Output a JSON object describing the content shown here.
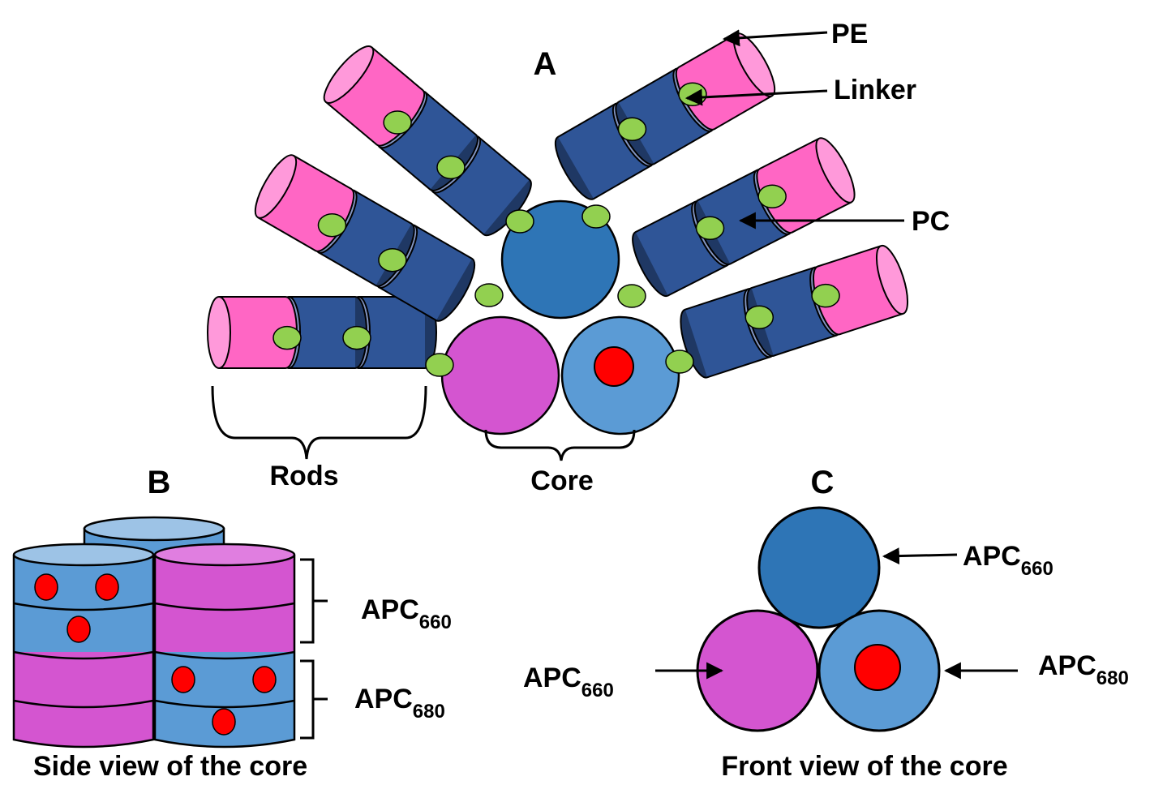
{
  "panels": {
    "a": "A",
    "b": "B",
    "c": "C"
  },
  "panel_a": {
    "labels": {
      "pe": "PE",
      "linker": "Linker",
      "pc": "PC",
      "rods": "Rods",
      "core": "Core"
    }
  },
  "panel_b": {
    "caption": "Side view of the core",
    "apc660": {
      "main": "APC",
      "sub": "660"
    },
    "apc680": {
      "main": "APC",
      "sub": "680"
    }
  },
  "panel_c": {
    "caption": "Front view of the core",
    "apc660_top": {
      "main": "APC",
      "sub": "660"
    },
    "apc660_left": {
      "main": "APC",
      "sub": "660"
    },
    "apc680_right": {
      "main": "APC",
      "sub": "680"
    }
  },
  "colors": {
    "pe_pink": "#ff66c4",
    "pc_blue": "#2f5597",
    "pc_blue_top": "#8497c4",
    "apc_blue": "#2e75b6",
    "apc_light": "#5b9bd5",
    "apc_magenta": "#d455d0",
    "linker_green": "#92d050",
    "chromophore_red": "#ff0000"
  }
}
